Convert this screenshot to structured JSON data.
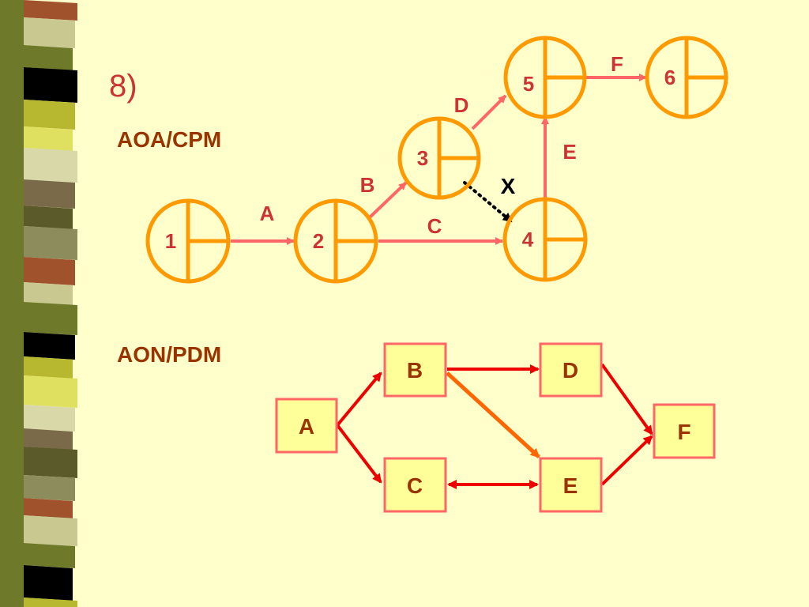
{
  "slide": {
    "number": "8)",
    "aoa_heading": "AOA/CPM",
    "aon_heading": "AON/PDM"
  },
  "colors": {
    "background": "#FFFFCC",
    "heading": "#993300",
    "number": "#CC3333",
    "node_outline": "#FF9900",
    "aoa_arrow": "#FF6666",
    "aoa_label": "#CC3333",
    "dummy_arrow": "#000000",
    "aon_box_fill": "#FFFF99",
    "aon_box_border": "#FF6666",
    "aon_arrow": "#EE0000",
    "aon_arrow_be": "#FF6600"
  },
  "aoa": {
    "nodes": [
      {
        "id": "1",
        "label": "1"
      },
      {
        "id": "2",
        "label": "2"
      },
      {
        "id": "3",
        "label": "3"
      },
      {
        "id": "4",
        "label": "4"
      },
      {
        "id": "5",
        "label": "5"
      },
      {
        "id": "6",
        "label": "6"
      }
    ],
    "activities": [
      {
        "label": "A",
        "from": "1",
        "to": "2"
      },
      {
        "label": "B",
        "from": "2",
        "to": "3"
      },
      {
        "label": "C",
        "from": "2",
        "to": "4"
      },
      {
        "label": "D",
        "from": "3",
        "to": "5"
      },
      {
        "label": "E",
        "from": "4",
        "to": "5"
      },
      {
        "label": "F",
        "from": "5",
        "to": "6"
      },
      {
        "label": "X",
        "from": "3",
        "to": "4",
        "dummy": true
      }
    ]
  },
  "aon": {
    "nodes": [
      {
        "id": "A",
        "label": "A"
      },
      {
        "id": "B",
        "label": "B"
      },
      {
        "id": "C",
        "label": "C"
      },
      {
        "id": "D",
        "label": "D"
      },
      {
        "id": "E",
        "label": "E"
      },
      {
        "id": "F",
        "label": "F"
      }
    ],
    "links": [
      {
        "from": "A",
        "to": "B"
      },
      {
        "from": "A",
        "to": "C"
      },
      {
        "from": "B",
        "to": "D"
      },
      {
        "from": "B",
        "to": "E"
      },
      {
        "from": "C",
        "to": "E",
        "bidirectional": true
      },
      {
        "from": "D",
        "to": "F"
      },
      {
        "from": "E",
        "to": "F"
      }
    ]
  }
}
